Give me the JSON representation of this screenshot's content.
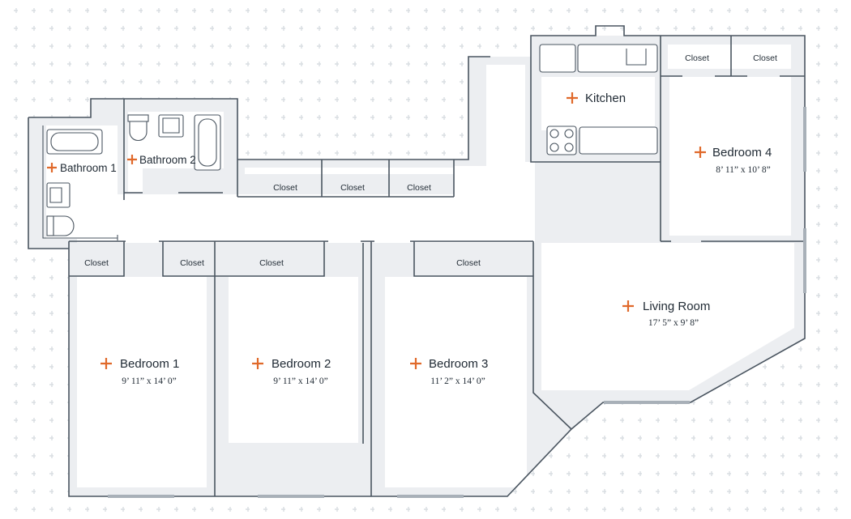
{
  "colors": {
    "wall": "#4a5560",
    "floor_shade": "#eceef1",
    "accent_plus": "#e0692a",
    "background_plus": "#d9dde2",
    "window": "#a8b0b8"
  },
  "rooms": {
    "bathroom1": {
      "name": "Bathroom 1"
    },
    "bathroom2": {
      "name": "Bathroom 2"
    },
    "kitchen": {
      "name": "Kitchen"
    },
    "bedroom1": {
      "name": "Bedroom 1",
      "dims": "9’ 11” x 14’ 0”"
    },
    "bedroom2": {
      "name": "Bedroom 2",
      "dims": "9’ 11” x 14’ 0”"
    },
    "bedroom3": {
      "name": "Bedroom 3",
      "dims": "11’ 2” x 14’ 0”"
    },
    "bedroom4": {
      "name": "Bedroom 4",
      "dims": "8’ 11” x 10’ 8”"
    },
    "living_room": {
      "name": "Living Room",
      "dims": "17’ 5” x 9’ 8”"
    }
  },
  "closets": {
    "hall_1": "Closet",
    "hall_2": "Closet",
    "hall_3": "Closet",
    "bedroom4_1": "Closet",
    "bedroom4_2": "Closet",
    "bedroom1": "Closet",
    "bedroom2_a": "Closet",
    "bedroom2_b": "Closet",
    "bedroom3": "Closet"
  }
}
